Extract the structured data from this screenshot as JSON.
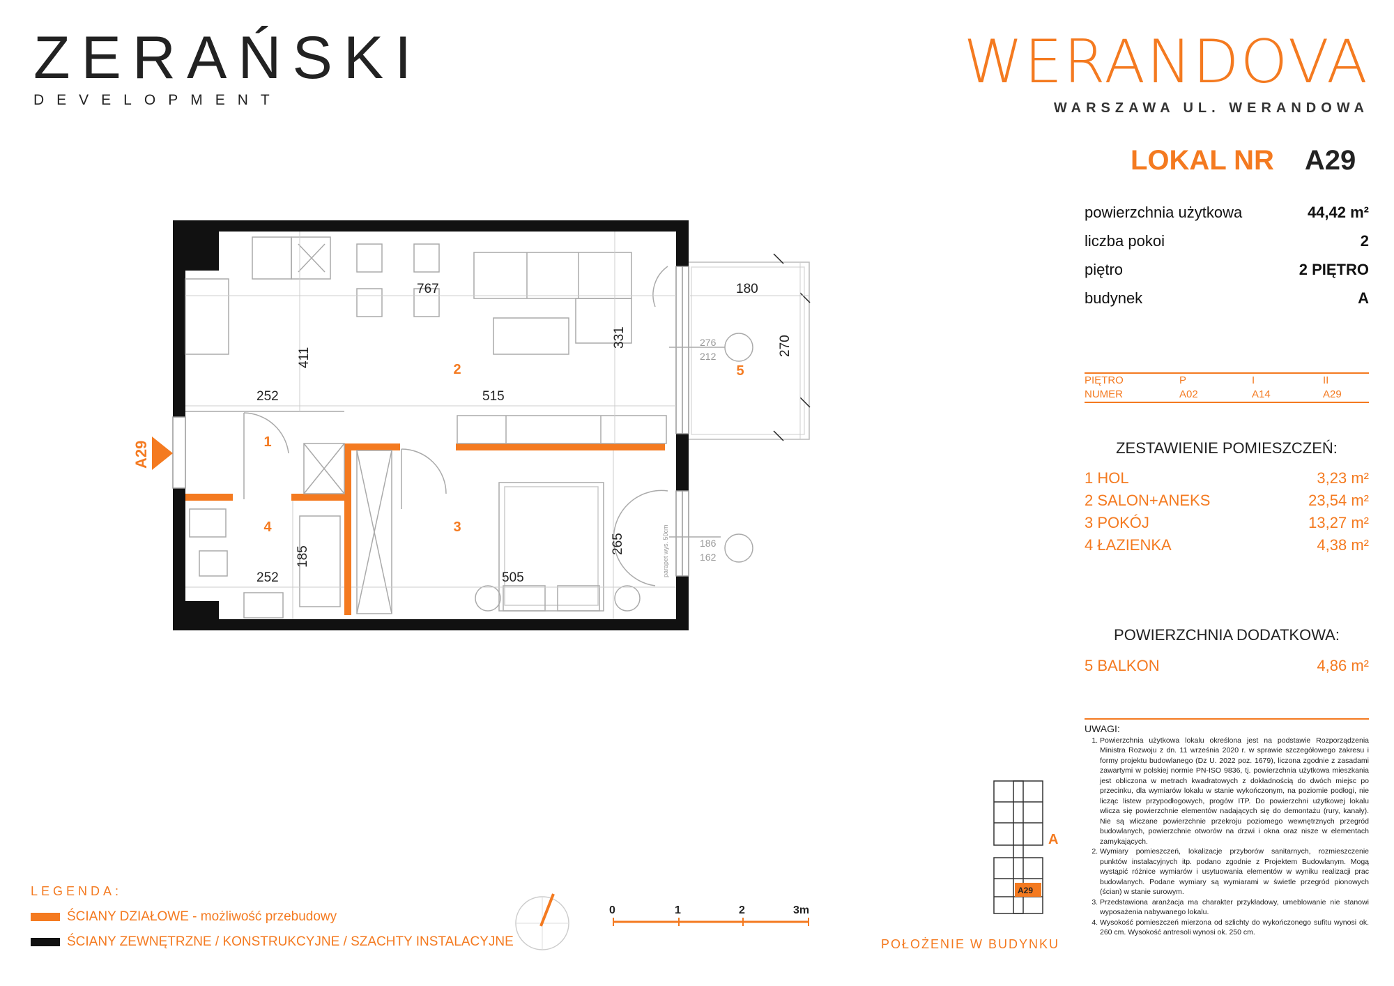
{
  "logo_left": {
    "main": "ZERAŃSKI",
    "sub": "DEVELOPMENT"
  },
  "logo_right": {
    "main": "WERANDOVA",
    "sub": "WARSZAWA UL. WERANDOWA"
  },
  "lokal": {
    "label": "LOKAL NR",
    "number": "A29"
  },
  "info": [
    {
      "label": "powierzchnia użytkowa",
      "value": "44,42 m²"
    },
    {
      "label": "liczba pokoi",
      "value": "2"
    },
    {
      "label": "piętro",
      "value": "2 PIĘTRO"
    },
    {
      "label": "budynek",
      "value": "A"
    }
  ],
  "floor_table": {
    "row1": [
      "PIĘTRO",
      "P",
      "I",
      "II"
    ],
    "row2": [
      "NUMER",
      "A02",
      "A14",
      "A29"
    ]
  },
  "rooms_title": "ZESTAWIENIE POMIESZCZEŃ:",
  "rooms": [
    {
      "name": "1  HOL",
      "area": "3,23 m²"
    },
    {
      "name": "2  SALON+ANEKS",
      "area": "23,54 m²"
    },
    {
      "name": "3  POKÓJ",
      "area": "13,27 m²"
    },
    {
      "name": "4  ŁAZIENKA",
      "area": "4,38 m²"
    }
  ],
  "extra_title": "POWIERZCHNIA DODATKOWA:",
  "extra": [
    {
      "name": "5  BALKON",
      "area": "4,86 m²"
    }
  ],
  "uwagi": {
    "title": "UWAGI:",
    "items": [
      "Powierzchnia użytkowa lokalu określona jest na podstawie Rozporządzenia Ministra Rozwoju z dn. 11 września 2020 r. w sprawie szczegółowego zakresu i formy projektu budowlanego (Dz U. 2022 poz. 1679), liczona zgodnie z zasadami zawartymi w polskiej normie PN-ISO 9836, tj. powierzchnia użytkowa mieszkania jest obliczona w metrach kwadratowych z dokładnością do dwóch miejsc po przecinku, dla wymiarów lokalu w stanie wykończonym, na poziomie podłogi, nie licząc listew przypodłogowych, progów ITP. Do powierzchni użytkowej lokalu wlicza się powierzchnie elementów nadających się do demontażu (rury, kanały). Nie są wliczane powierzchnie przekroju poziomego wewnętrznych przegród budowlanych, powierzchnie otworów na drzwi i okna oraz nisze w elementach zamykających.",
      "Wymiary pomieszczeń, lokalizacje przyborów sanitarnych, rozmieszczenie punktów instalacyjnych itp. podano zgodnie z Projektem Budowlanym. Mogą wystąpić różnice wymiarów i usytuowania elementów w wyniku realizacji prac budowlanych. Podane wymiary są wymiarami w świetle przegród pionowych (ścian) w stanie surowym.",
      "Przedstawiona aranżacja ma charakter przykładowy, umeblowanie nie stanowi wyposażenia nabywanego lokalu.",
      "Wysokość pomieszczeń mierzona od szlichty do wykończonego sufitu wynosi ok. 260 cm. Wysokość antresoli wynosi ok. 250 cm."
    ]
  },
  "legend": {
    "title": "LEGENDA:",
    "items": [
      {
        "label": "ŚCIANY DZIAŁOWE - możliwość przebudowy",
        "color": "#f47a20"
      },
      {
        "label": "ŚCIANY ZEWNĘTRZNE / KONSTRUKCYJNE / SZACHTY INSTALACYJNE",
        "color": "#111111"
      }
    ]
  },
  "plan": {
    "entry_label": "A29",
    "room_numbers": [
      "1",
      "2",
      "3",
      "4",
      "5"
    ],
    "dims": [
      "767",
      "180",
      "411",
      "331",
      "270",
      "276",
      "212",
      "252",
      "515",
      "265",
      "185",
      "505",
      "252",
      "186",
      "162"
    ],
    "window_note": "parapet wys. 50cm"
  },
  "scale": {
    "labels": [
      "0",
      "1",
      "2",
      "3m"
    ]
  },
  "location": {
    "label": "POŁOŻENIE W BUDYNKU",
    "building": "A",
    "unit": "A29"
  },
  "colors": {
    "accent": "#f47a20",
    "wall": "#111111"
  }
}
